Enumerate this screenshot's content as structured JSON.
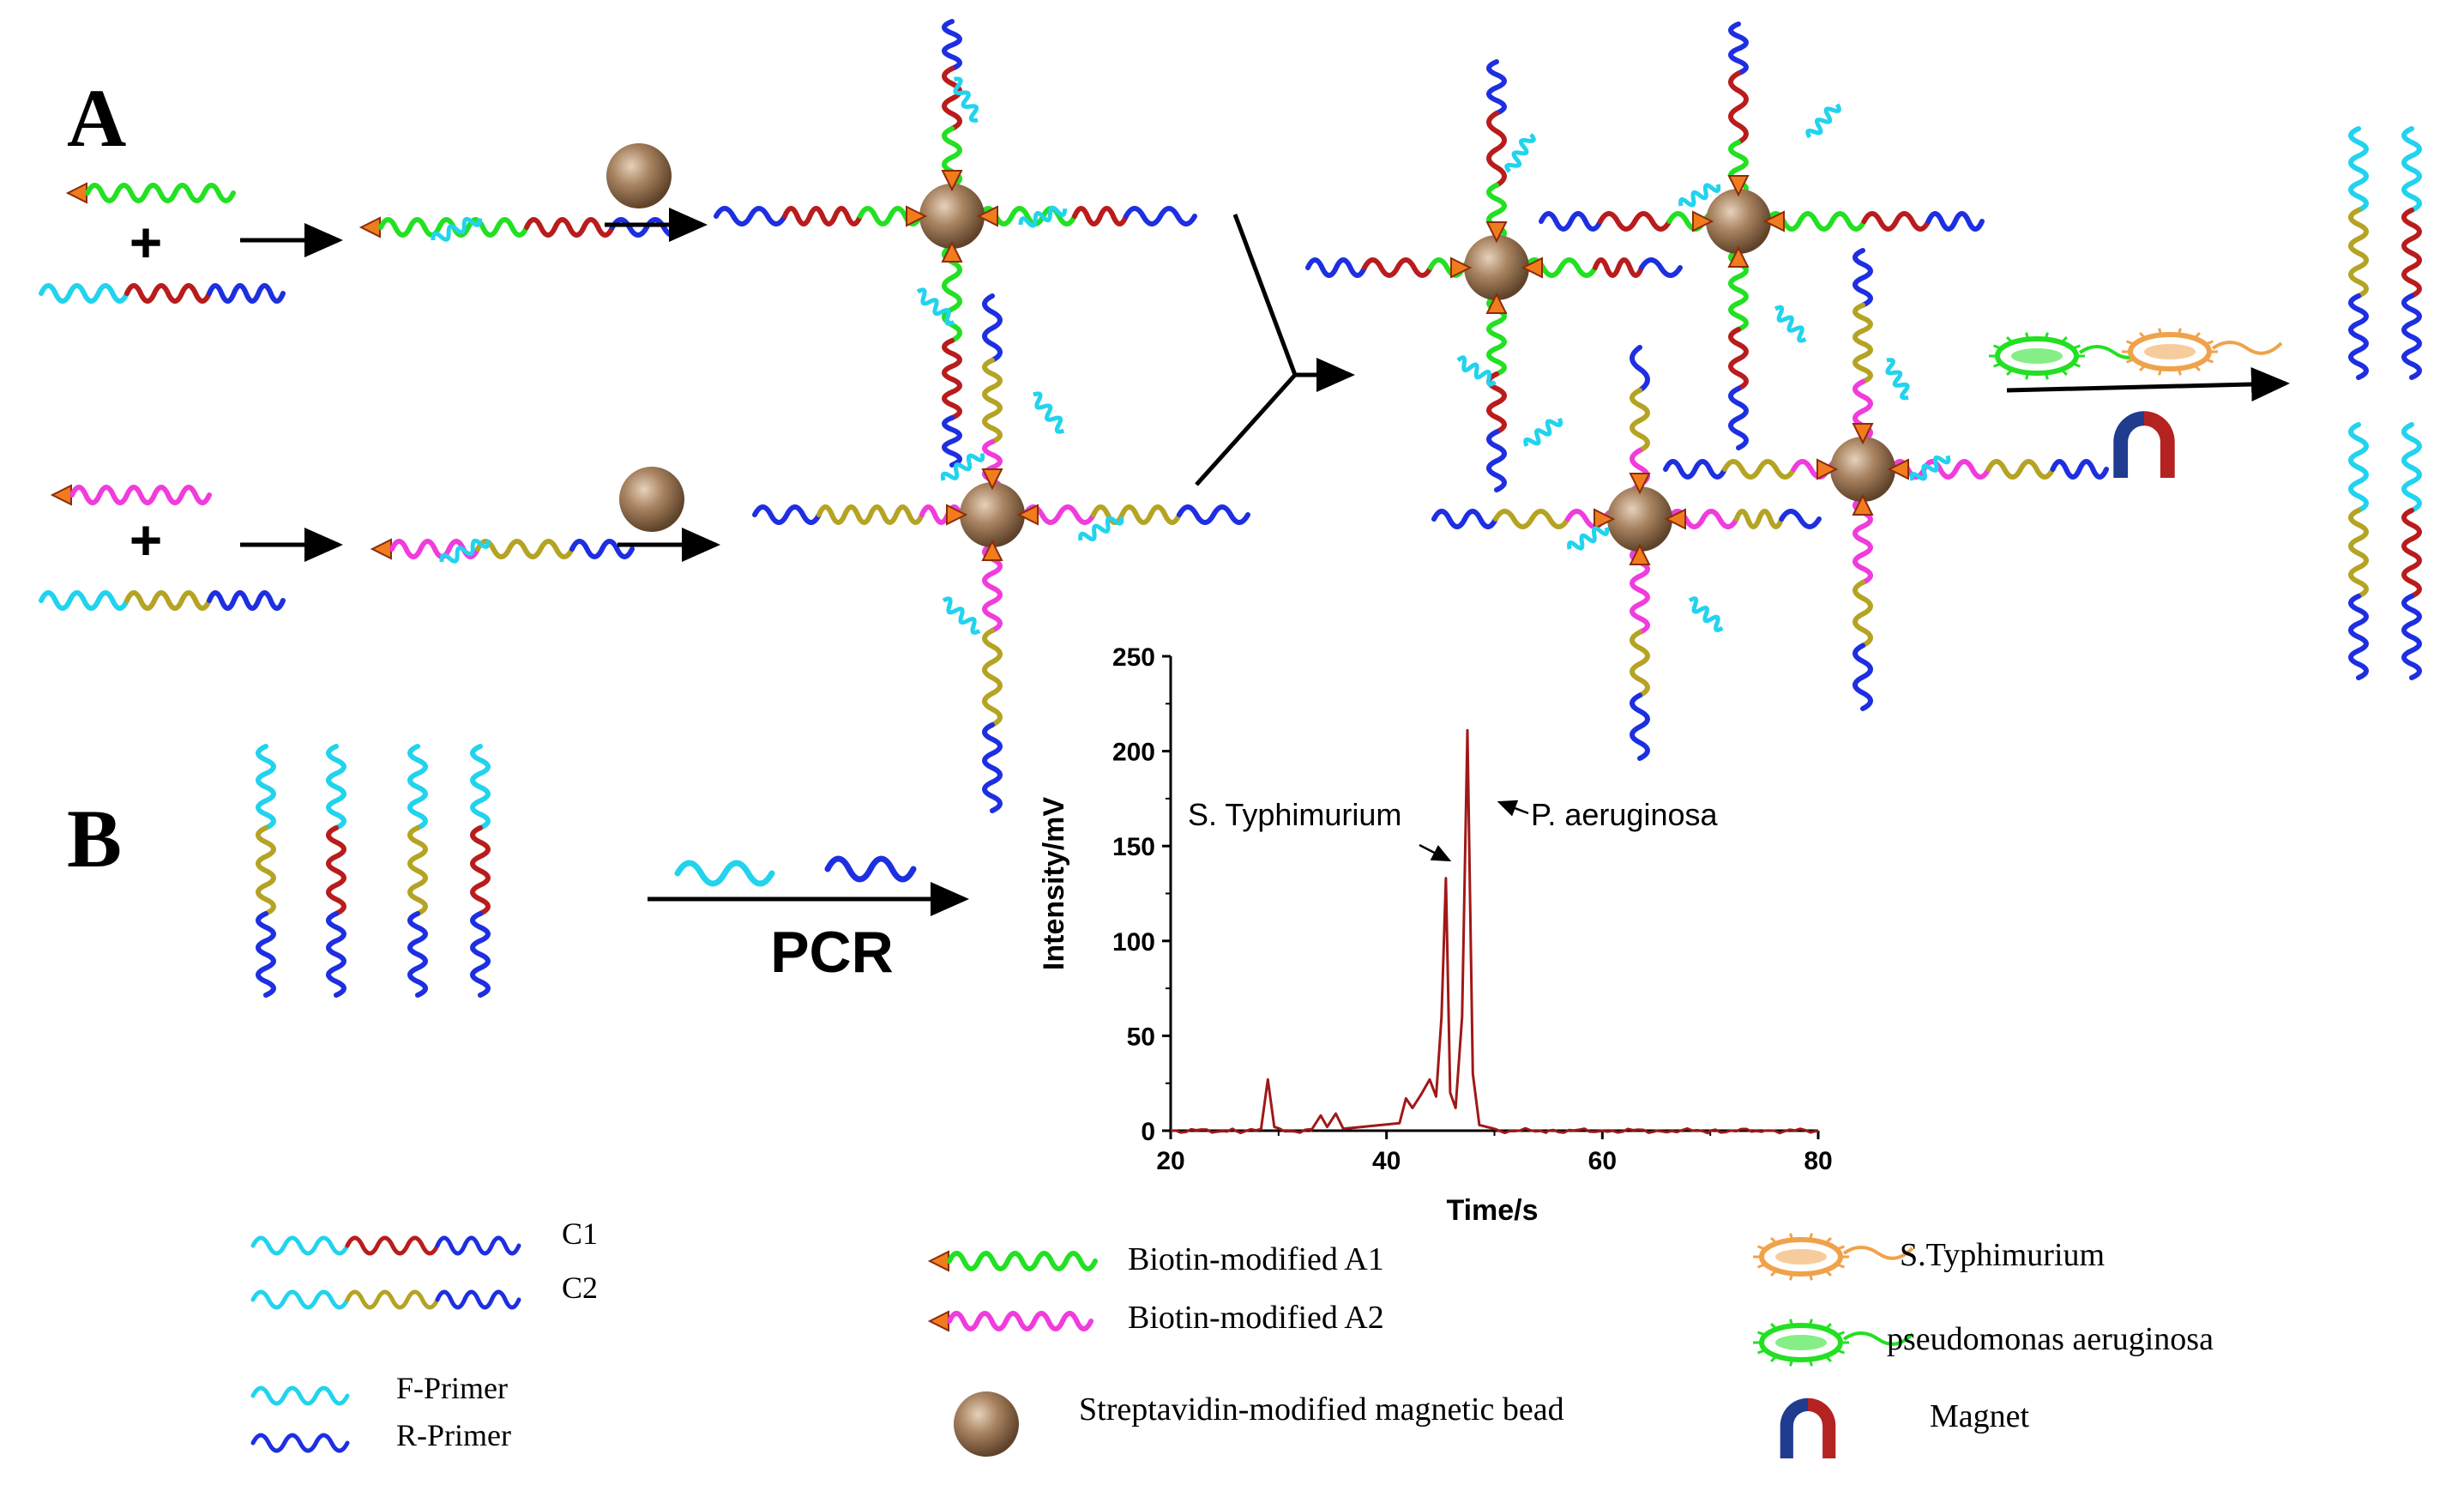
{
  "panel_a": {
    "label": "A"
  },
  "panel_b": {
    "label": "B",
    "pcr_label": "PCR"
  },
  "chart_data": {
    "type": "line",
    "xlabel": "Time/s",
    "ylabel": "Intensity/mV",
    "xlim": [
      20,
      80
    ],
    "ylim": [
      0,
      250
    ],
    "xticks": [
      "20",
      "40",
      "60",
      "80"
    ],
    "yticks": [
      "0",
      "50",
      "100",
      "150",
      "200",
      "250"
    ],
    "annotations": [
      "S. Typhimurium",
      "P. aeruginosa"
    ],
    "series": [
      {
        "color": "#a01818",
        "x": [
          20,
          26,
          28.4,
          29.0,
          29.6,
          33,
          33.9,
          34.5,
          35.3,
          36.0,
          41.2,
          41.8,
          42.4,
          43.2,
          44.0,
          44.6,
          45.1,
          45.5,
          45.9,
          46.4,
          47.0,
          47.5,
          48.0,
          48.6,
          50,
          55,
          60,
          65,
          70,
          75,
          80
        ],
        "y": [
          0,
          0,
          2,
          27,
          2,
          0,
          8,
          2,
          9,
          1,
          4,
          17,
          12,
          19,
          27,
          18,
          60,
          133,
          20,
          12,
          60,
          211,
          30,
          3,
          1,
          0,
          0,
          0,
          0,
          0,
          0
        ]
      }
    ]
  },
  "legend": {
    "c1": "C1",
    "c2": "C2",
    "f_primer": "F-Primer",
    "r_primer": "R-Primer",
    "a1": "Biotin-modified A1",
    "a2": "Biotin-modified A2",
    "bead": "Streptavidin-modified magnetic bead",
    "s_typhimurium": "S.Typhimurium",
    "p_aeruginosa": "pseudomonas aeruginosa",
    "magnet": "Magnet"
  },
  "colors": {
    "cyan": "#22d3ee",
    "dark_red": "#b91c1c",
    "blue": "#1d2fe0",
    "olive": "#b5a324",
    "green": "#22e022",
    "magenta": "#f03cdc",
    "orange": "#f0a24a",
    "bead": "#9b7b5a",
    "trace": "#a01818"
  }
}
